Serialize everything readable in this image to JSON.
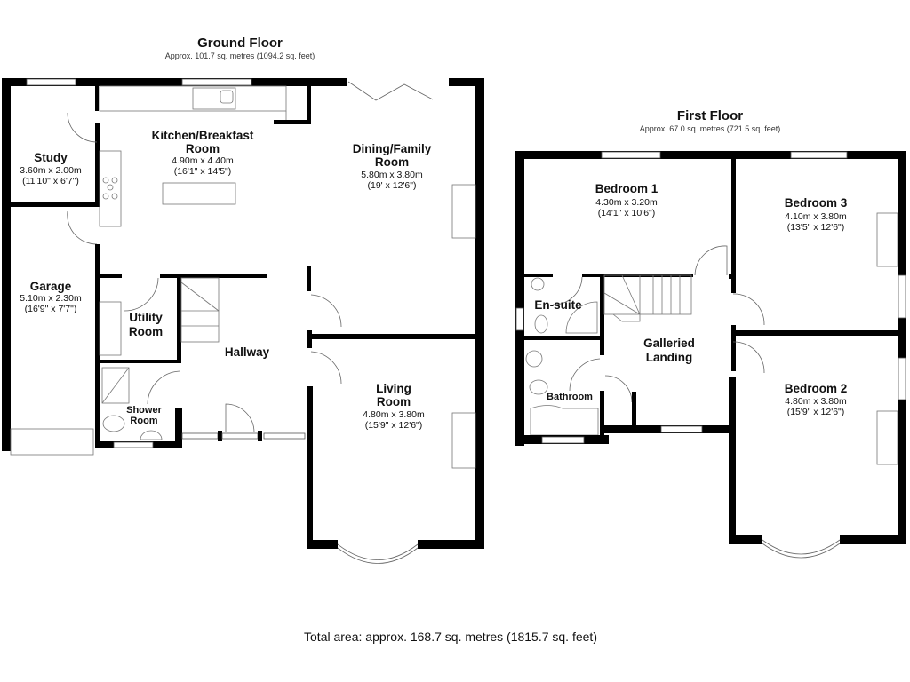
{
  "ground_floor": {
    "title": "Ground Floor",
    "area": "Approx. 101.7 sq. metres (1094.2 sq. feet)",
    "rooms": {
      "kitchen": {
        "name1": "Kitchen/Breakfast",
        "name2": "Room",
        "metric": "4.90m x 4.40m",
        "imperial": "(16'1\" x 14'5\")"
      },
      "study": {
        "name1": "Study",
        "metric": "3.60m x 2.00m",
        "imperial": "(11'10\" x 6'7\")"
      },
      "dining": {
        "name1": "Dining/Family",
        "name2": "Room",
        "metric": "5.80m x 3.80m",
        "imperial": "(19' x 12'6\")"
      },
      "garage": {
        "name1": "Garage",
        "metric": "5.10m x 2.30m",
        "imperial": "(16'9\" x 7'7\")"
      },
      "utility": {
        "name1": "Utility",
        "name2": "Room"
      },
      "hallway": {
        "name1": "Hallway"
      },
      "shower": {
        "name1": "Shower",
        "name2": "Room"
      },
      "living": {
        "name1": "Living",
        "name2": "Room",
        "metric": "4.80m x 3.80m",
        "imperial": "(15'9\" x 12'6\")"
      }
    }
  },
  "first_floor": {
    "title": "First Floor",
    "area": "Approx. 67.0 sq. metres (721.5 sq. feet)",
    "rooms": {
      "bedroom1": {
        "name1": "Bedroom 1",
        "metric": "4.30m x 3.20m",
        "imperial": "(14'1\" x 10'6\")"
      },
      "bedroom3": {
        "name1": "Bedroom 3",
        "metric": "4.10m x 3.80m",
        "imperial": "(13'5\" x 12'6\")"
      },
      "ensuite": {
        "name1": "En-suite"
      },
      "landing": {
        "name1": "Galleried",
        "name2": "Landing"
      },
      "bathroom": {
        "name1": "Bathroom"
      },
      "bedroom2": {
        "name1": "Bedroom 2",
        "metric": "4.80m x 3.80m",
        "imperial": "(15'9\" x 12'6\")"
      }
    }
  },
  "total_area": "Total area: approx. 168.7 sq. metres (1815.7 sq. feet)"
}
